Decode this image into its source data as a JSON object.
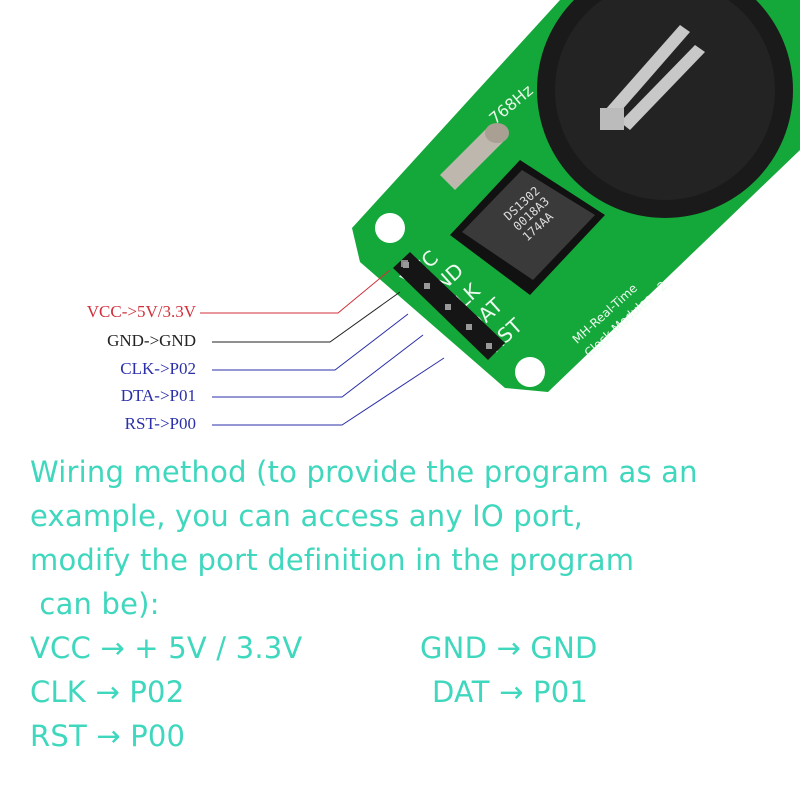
{
  "board": {
    "chip_lines": [
      "DS1302",
      "0018A3",
      "174AA"
    ],
    "crystal_label": "768Hz",
    "header_labels": [
      "VCC",
      "GND",
      "CLK",
      "DAT",
      "RST"
    ],
    "module_name_line1": "MH-Real-Time",
    "module_name_line2": "Clock Modules - 2"
  },
  "pin_labels": [
    {
      "text": "VCC->5V/3.3V",
      "color": "#d0303a"
    },
    {
      "text": "GND->GND",
      "color": "#222222"
    },
    {
      "text": "CLK->P02",
      "color": "#2b2fa8"
    },
    {
      "text": "DTA->P01",
      "color": "#2b2fa8"
    },
    {
      "text": "RST->P00",
      "color": "#2b2fa8"
    }
  ],
  "description": {
    "lines": [
      "Wiring method (to provide the program as an",
      "example, you can access any IO port,",
      "modify the port definition in the program",
      " can be):"
    ],
    "mapping": [
      {
        "left": "VCC → + 5V / 3.3V",
        "right": "GND → GND"
      },
      {
        "left": "CLK → P02",
        "right": "DAT → P01"
      },
      {
        "left": "RST → P00",
        "right": ""
      }
    ]
  },
  "colors": {
    "text_accent": "#3fd7bd",
    "pcb": "#14a83a"
  }
}
